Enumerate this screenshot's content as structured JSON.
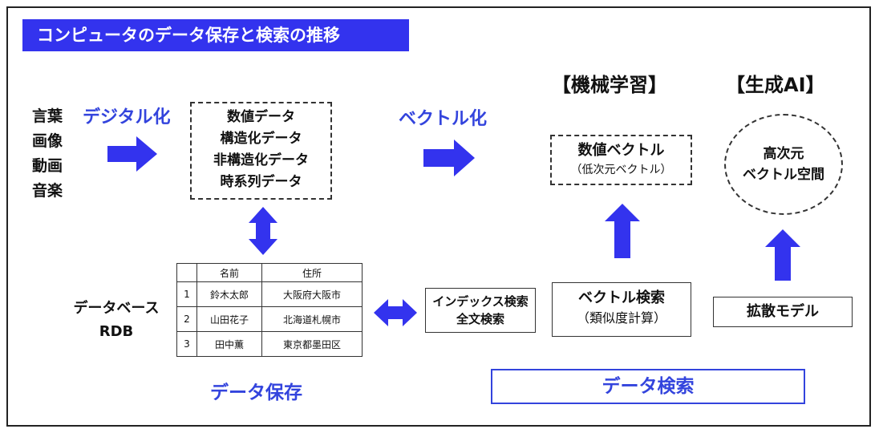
{
  "title": "コンピュータのデータ保存と検索の推移",
  "media_types": [
    "言葉",
    "画像",
    "動画",
    "音楽"
  ],
  "labels": {
    "digitalize": "デジタル化",
    "vectorize": "ベクトル化",
    "data_storage": "データ保存",
    "data_search": "データ検索"
  },
  "headers": {
    "machine_learning": "【機械学習】",
    "generative_ai": "【生成AI】"
  },
  "data_types": [
    "数値データ",
    "構造化データ",
    "非構造化データ",
    "時系列データ"
  ],
  "database": {
    "label_line1": "データベース",
    "label_line2": "RDB",
    "columns": [
      "",
      "名前",
      "住所"
    ],
    "rows": [
      [
        "1",
        "鈴木太郎",
        "大阪府大阪市"
      ],
      [
        "2",
        "山田花子",
        "北海道札幌市"
      ],
      [
        "3",
        "田中薫",
        "東京都墨田区"
      ]
    ]
  },
  "index_search": {
    "line1": "インデックス検索",
    "line2": "全文検索"
  },
  "numeric_vector": {
    "line1": "数値ベクトル",
    "line2": "（低次元ベクトル）"
  },
  "vector_search": {
    "line1": "ベクトル検索",
    "line2": "（類似度計算）"
  },
  "high_dim_space": {
    "line1": "高次元",
    "line2": "ベクトル空間"
  },
  "diffusion_model": "拡散モデル",
  "colors": {
    "accent_blue": "#3333ee",
    "label_blue": "#3344dd"
  }
}
